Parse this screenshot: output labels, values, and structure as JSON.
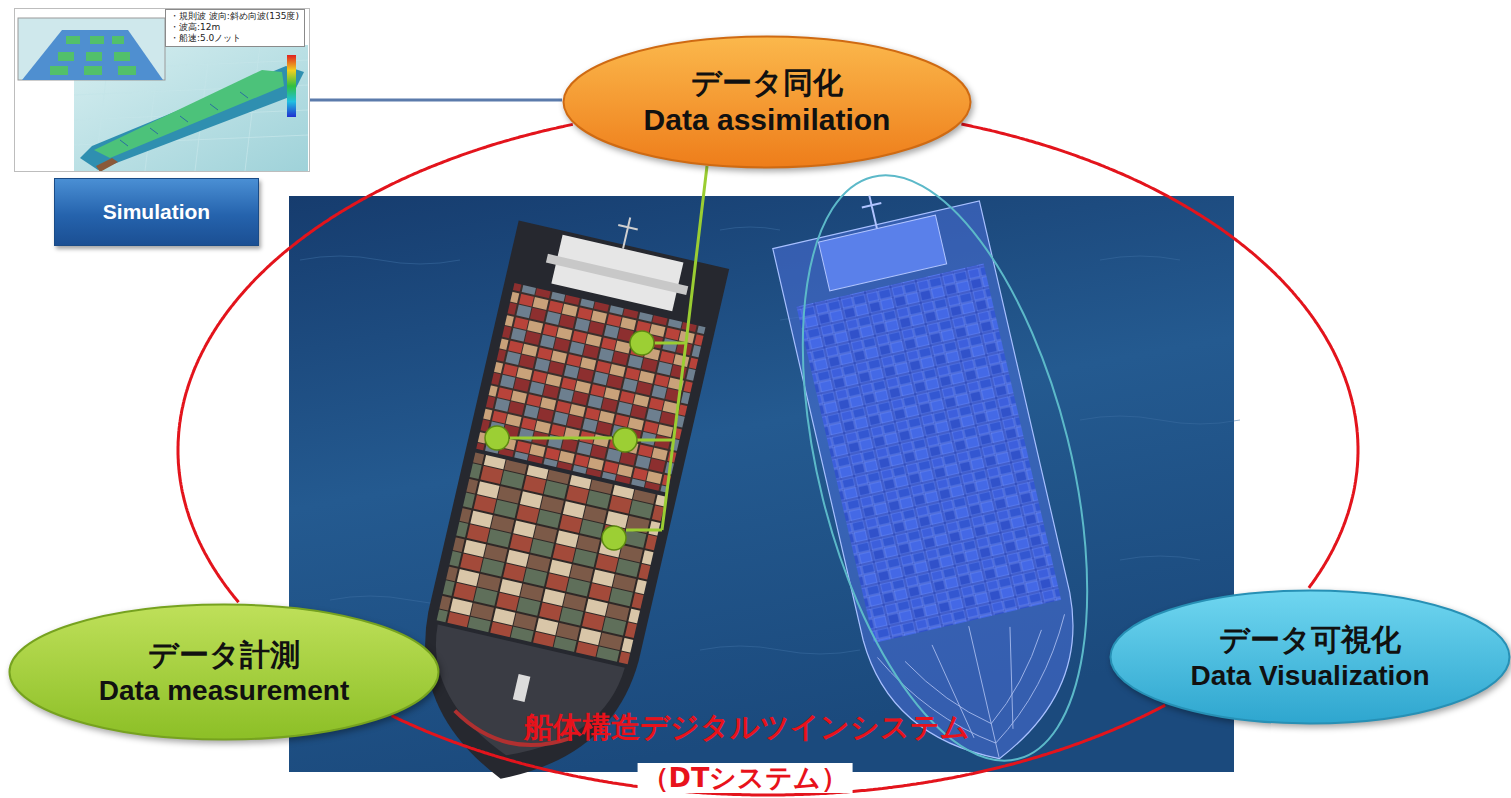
{
  "diagram": {
    "nodes": [
      {
        "text": [
          "・規則波 波向:斜め向波(135度)",
          "・波高:12m",
          "・船速:5.0ノット"
        ]
      },
      {
        "text": [
          "Simulation"
        ]
      },
      {
        "text": [
          "データ同化",
          "Data assimilation"
        ]
      },
      {
        "text": [
          "データ計測",
          "Data measurement"
        ]
      },
      {
        "text": [
          "データ可視化",
          "Data Visualization"
        ]
      }
    ],
    "edges": [
      {
        "from": 0,
        "to": 2,
        "arrow": "none"
      },
      {
        "from": 2,
        "to": 4,
        "arrow": "none"
      },
      {
        "from": 4,
        "to": 3,
        "arrow": "none"
      },
      {
        "from": 3,
        "to": 2,
        "arrow": "none"
      }
    ],
    "labels": [
      "船体構造デジタルツインシステム",
      "（DTシステム）"
    ]
  }
}
